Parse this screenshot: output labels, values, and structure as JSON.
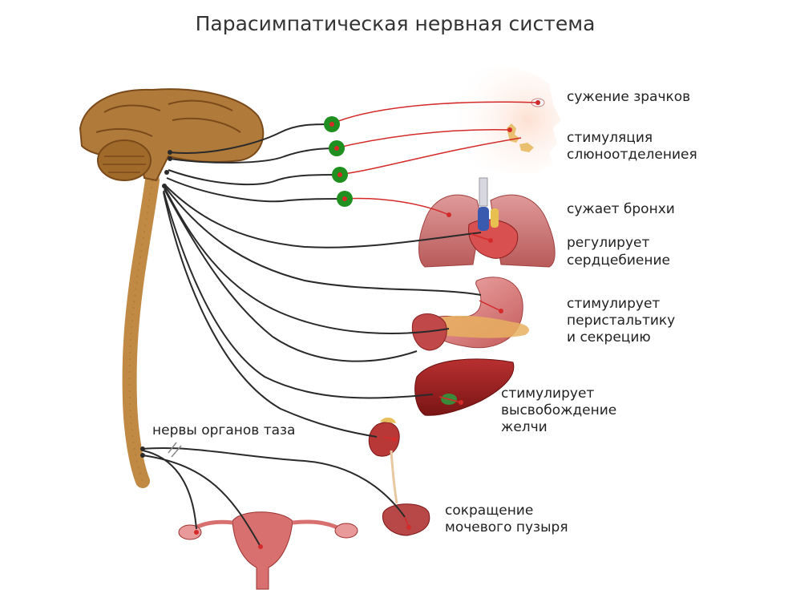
{
  "title": "Парасимпатическая нервная система",
  "labels": {
    "pupils": "сужение зрачков",
    "saliva_1": "стимуляция",
    "saliva_2": "слюноотделениея",
    "bronchi": "сужает бронхи",
    "heart_1": "регулирует",
    "heart_2": "сердцебиение",
    "stomach_1": "стимулирует",
    "stomach_2": "перистальтику",
    "stomach_3": "и секрецию",
    "liver_1": "стимулирует",
    "liver_2": "высвобождение",
    "liver_3": "желчи",
    "pelvic_nerves": "нервы органов таза",
    "bladder_1": "сокращение",
    "bladder_2": "мочевого пузыря"
  },
  "colors": {
    "nerve": "#2a2a2a",
    "postganglionic": "#d42a2a",
    "ganglion": "#1f8f1f",
    "brain": "#b07a3a",
    "spinal_cord": "#c08a45",
    "organ": "#b83a3a",
    "face": "#fbd8c8"
  }
}
